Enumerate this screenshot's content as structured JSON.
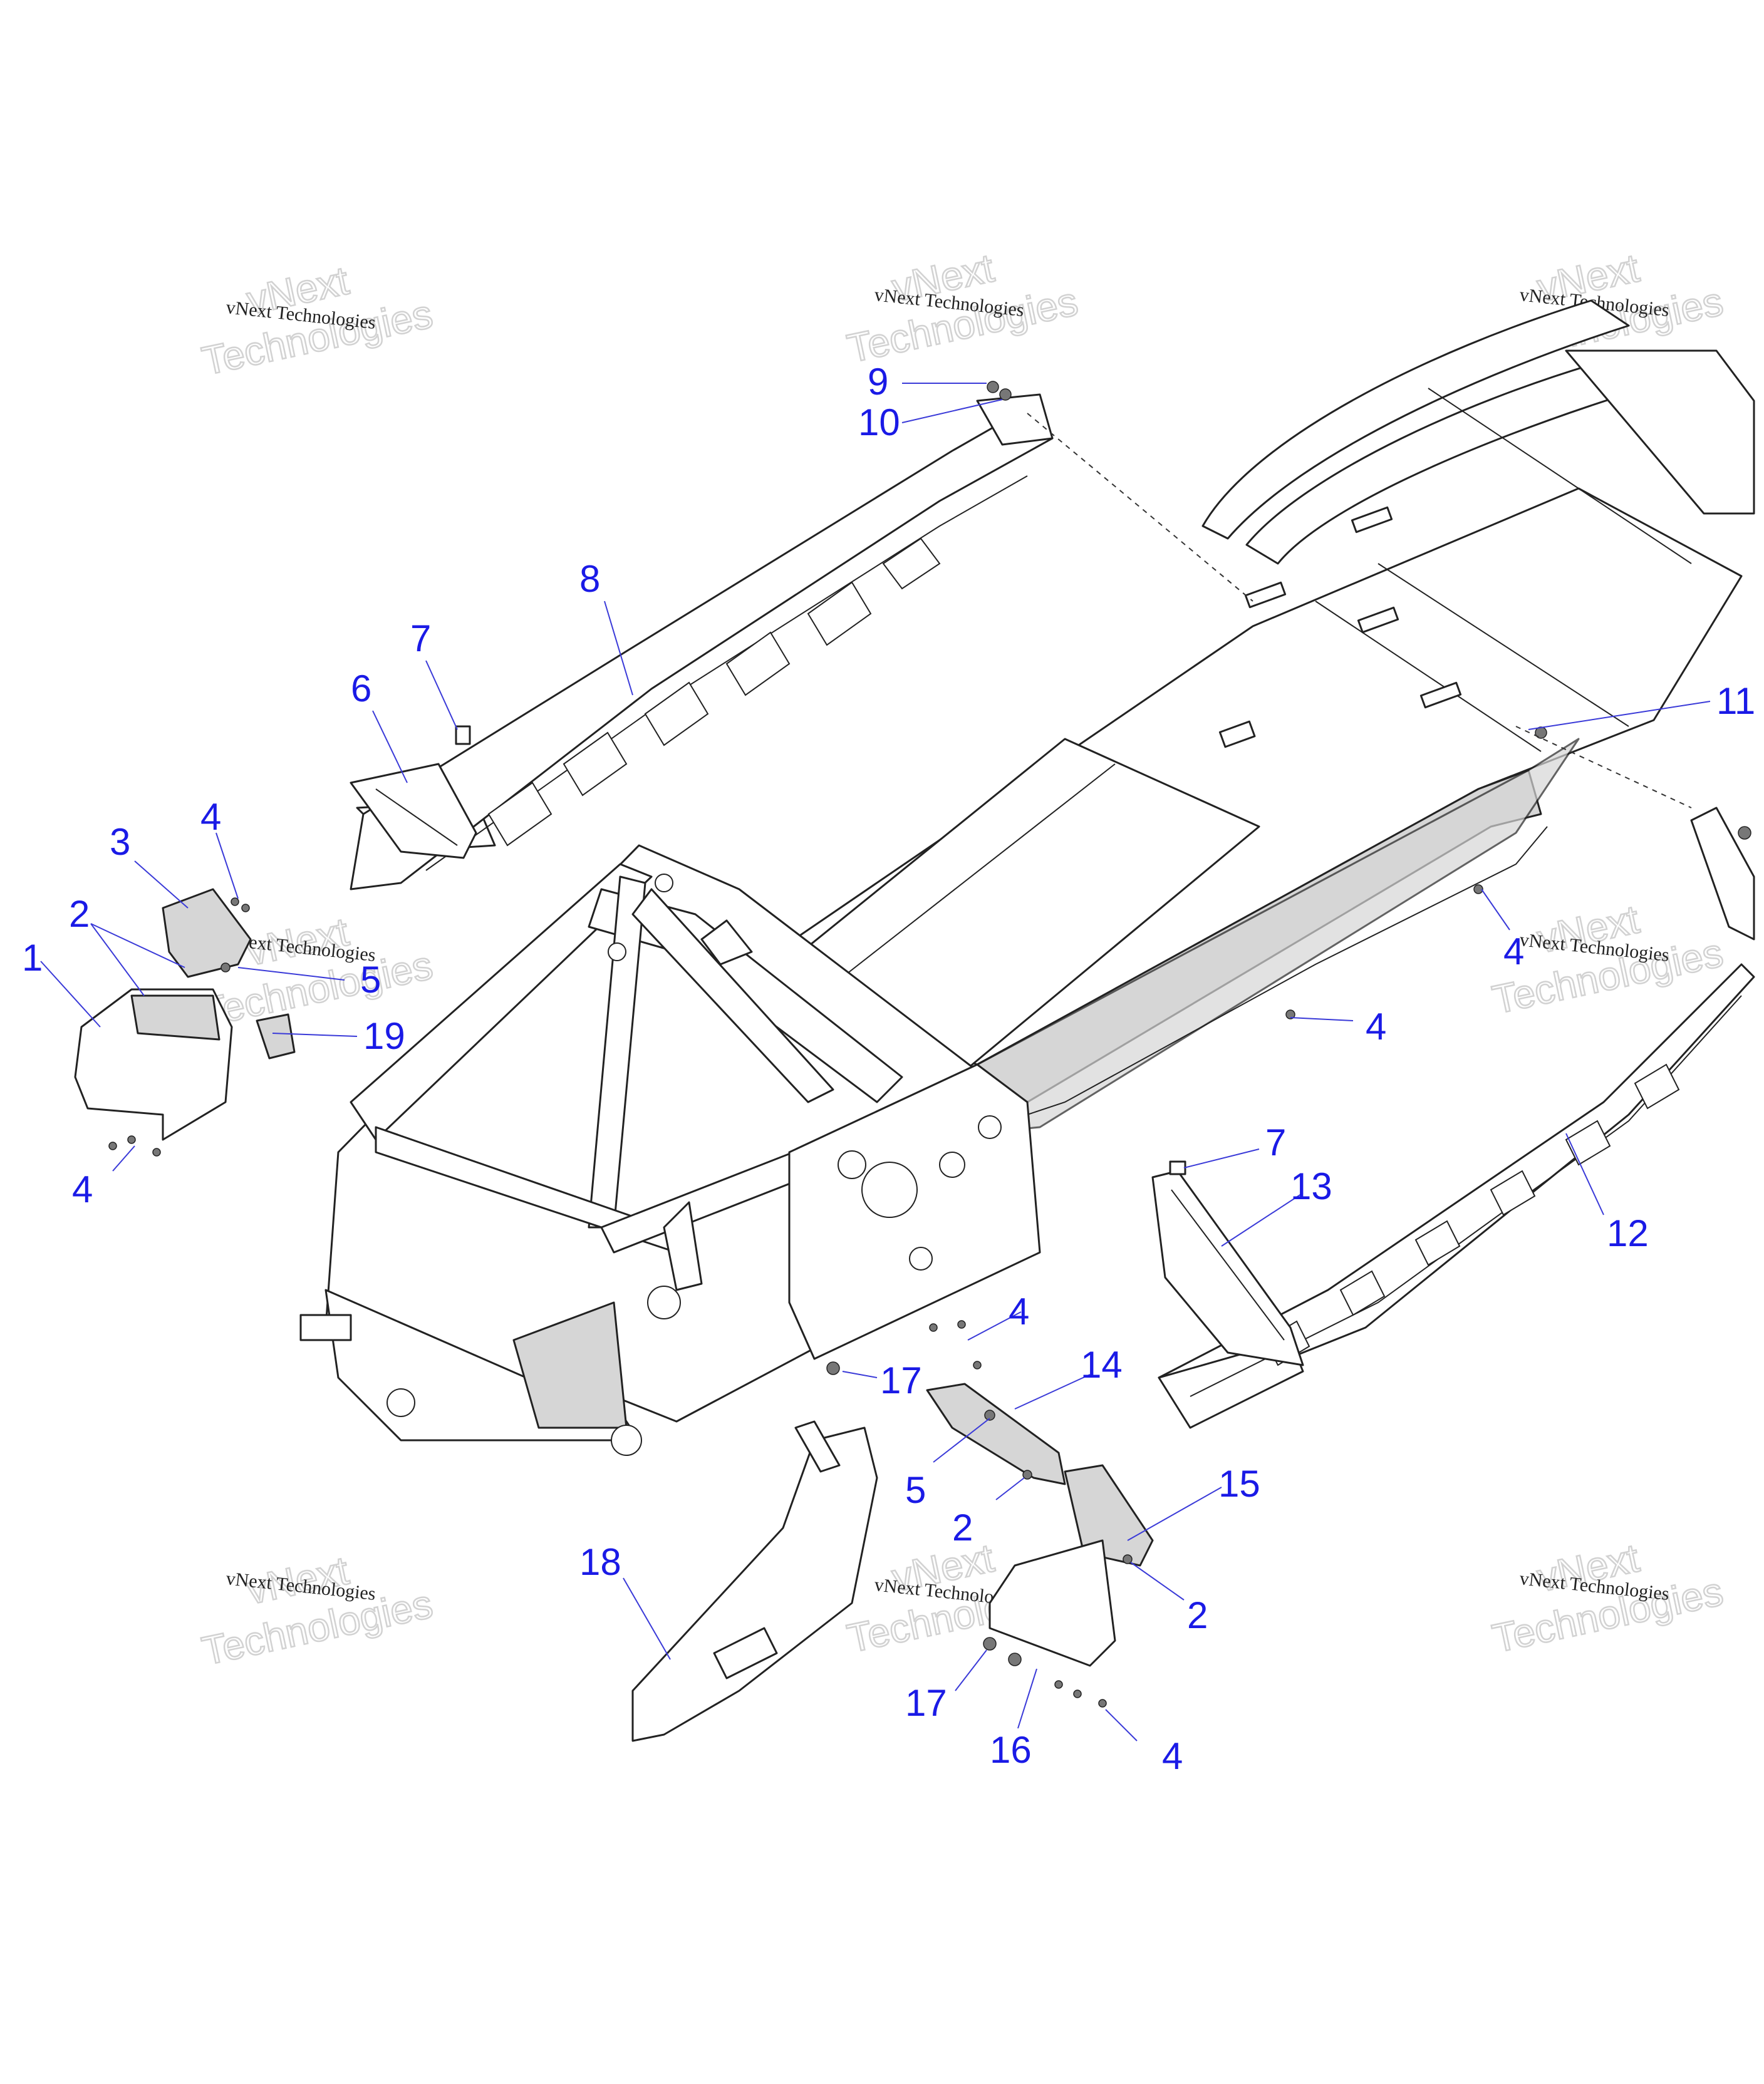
{
  "watermark": {
    "small_text": "vNext Technologies",
    "big_top": "vNext",
    "big_bottom": "Technologies"
  },
  "callouts": [
    {
      "id": "c1",
      "text": "1"
    },
    {
      "id": "c2a",
      "text": "2"
    },
    {
      "id": "c3",
      "text": "3"
    },
    {
      "id": "c4a",
      "text": "4"
    },
    {
      "id": "c4b",
      "text": "4"
    },
    {
      "id": "c5a",
      "text": "5"
    },
    {
      "id": "c19",
      "text": "19"
    },
    {
      "id": "c6",
      "text": "6"
    },
    {
      "id": "c7a",
      "text": "7"
    },
    {
      "id": "c8",
      "text": "8"
    },
    {
      "id": "c9",
      "text": "9"
    },
    {
      "id": "c10",
      "text": "10"
    },
    {
      "id": "c11",
      "text": "11"
    },
    {
      "id": "c4c",
      "text": "4"
    },
    {
      "id": "c4d",
      "text": "4"
    },
    {
      "id": "c7b",
      "text": "7"
    },
    {
      "id": "c13",
      "text": "13"
    },
    {
      "id": "c12",
      "text": "12"
    },
    {
      "id": "c4e",
      "text": "4"
    },
    {
      "id": "c14",
      "text": "14"
    },
    {
      "id": "c17a",
      "text": "17"
    },
    {
      "id": "c5b",
      "text": "5"
    },
    {
      "id": "c2b",
      "text": "2"
    },
    {
      "id": "c15",
      "text": "15"
    },
    {
      "id": "c2c",
      "text": "2"
    },
    {
      "id": "c18",
      "text": "18"
    },
    {
      "id": "c17b",
      "text": "17"
    },
    {
      "id": "c16",
      "text": "16"
    },
    {
      "id": "c4f",
      "text": "4"
    }
  ]
}
